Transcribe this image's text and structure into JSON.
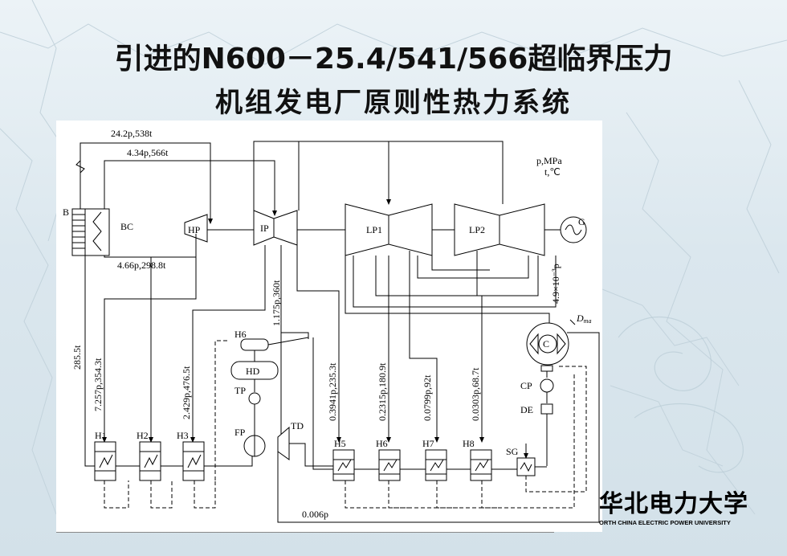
{
  "slide": {
    "title_line1": "引进的N600－25.4/541/566超临界压力",
    "title_line2": "机组发电厂原则性热力系统",
    "logo_text": "华北电力大学",
    "logo_subtext": "ORTH CHINA ELECTRIC POWER UNIVERSITY"
  },
  "diagram": {
    "units_p": "p,MPa",
    "units_t": "t,℃",
    "components": {
      "boiler": "B",
      "boiler_bc": "BC",
      "hp": "HP",
      "ip": "IP",
      "lp1": "LP1",
      "lp2": "LP2",
      "generator": "G",
      "condenser": "C",
      "dma": "D",
      "dma_sub": "ma",
      "h6_top": "H6",
      "hd": "HD",
      "tp": "TP",
      "fp": "FP",
      "td": "TD",
      "cp": "CP",
      "de": "DE",
      "sg": "SG",
      "heaters": [
        "H1",
        "H2",
        "H3",
        "H5",
        "H6",
        "H7",
        "H8"
      ]
    },
    "labels": {
      "main_steam": "24.2p,538t",
      "reheat": "4.34p,566t",
      "cold_reheat": "4.66p,298.8t",
      "ex_h1": "285.5t",
      "ex_h1b": "7.257p,354.3t",
      "ex_h3": "2.429p,476.5t",
      "ip_exhaust": "1.175p,360t",
      "ex_h5": "0.3941p,235.3t",
      "ex_h6": "0.2315p,180.9t",
      "ex_h7": "0.0799p,92t",
      "ex_h8": "0.0303p,68.7t",
      "lp_exhaust": "4.9×10⁻³p",
      "td_exhaust": "0.006p"
    }
  }
}
